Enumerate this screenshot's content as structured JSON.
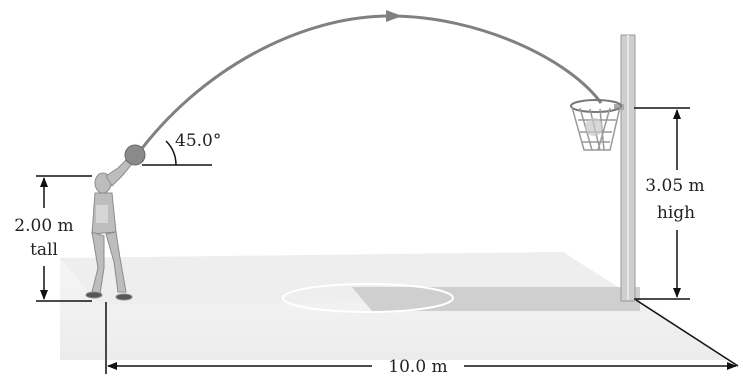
{
  "labels": {
    "angle": "45.0°",
    "player_height": "2.00 m",
    "player_height_note": "tall",
    "hoop_height": "3.05 m",
    "hoop_height_note": "high",
    "distance": "10.0 m"
  },
  "colors": {
    "court": "#eeeeee",
    "court_edge": "#f4f4f4",
    "key_shade": "#cfcfcf",
    "trajectory": "#808080",
    "ball": "#8a8a8a",
    "pole": "#bdbdbd",
    "line": "#111111"
  },
  "icons": {
    "player": "basketball-player-shooting",
    "ball": "basketball",
    "hoop": "basketball-hoop-with-net"
  }
}
